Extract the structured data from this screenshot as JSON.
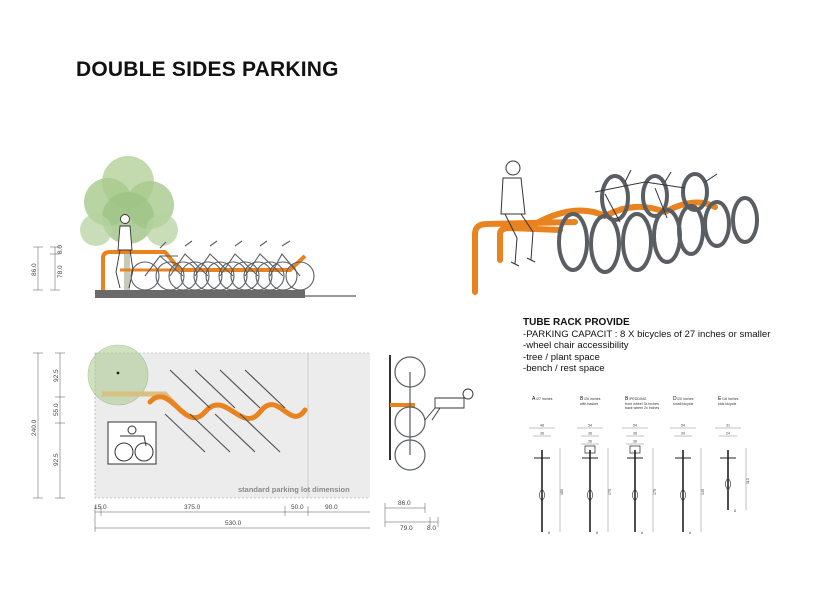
{
  "title": "DOUBLE SIDES PARKING",
  "info": {
    "heading": "TUBE RACK PROVIDE",
    "lines": [
      "-PARKING CAPACIT : 8 X bicycles of 27 inches or smaller",
      "-wheel chair accessibility",
      "-tree / plant space",
      "-bench / rest space"
    ]
  },
  "colors": {
    "rack": "#e8831f",
    "tree": "#a8c98c",
    "lot_fill": "#ececec",
    "bike": "#5a5e63"
  },
  "elevation": {
    "dims": {
      "a": "8.0",
      "b": "78.0",
      "c": "86.0"
    }
  },
  "plan": {
    "lot_label": "standard parking lot dimension",
    "dims_left": {
      "a": "92.5",
      "b": "55.0",
      "c": "92.5",
      "total": "240.0"
    },
    "dims_bottom": {
      "a": "15.0",
      "b": "375.0",
      "c": "50.0",
      "d": "90.0",
      "total": "530.0"
    }
  },
  "side_view": {
    "dims": {
      "a": "86.0",
      "b": "79.0",
      "c": "8.0"
    }
  },
  "bike_types": [
    {
      "letter": "A",
      "title": "/27 inches",
      "sub1": "",
      "sub2": "",
      "d1": "48",
      "d2": "36",
      "d3": "",
      "len": "180",
      "wh": "8"
    },
    {
      "letter": "B",
      "title": "/26 inches",
      "sub1": "with basket",
      "sub2": "",
      "d1": "54",
      "d2": "36",
      "d3": "36",
      "len": "175",
      "wh": "8"
    },
    {
      "letter": "B",
      "title": "/PEDDING",
      "sub1": "front wheel 3x inches",
      "sub2": "back wheel 2x inches",
      "d1": "54",
      "d2": "36",
      "d3": "36",
      "len": "175",
      "wh": "8"
    },
    {
      "letter": "D",
      "title": "/20 inches",
      "sub1": "small bicycle",
      "sub2": "",
      "d1": "54",
      "d2": "30",
      "d3": "",
      "len": "140",
      "wh": "8"
    },
    {
      "letter": "E",
      "title": "/16 inches",
      "sub1": "kids bicycle",
      "sub2": "",
      "d1": "31",
      "d2": "24",
      "d3": "",
      "len": "113",
      "wh": "8"
    }
  ]
}
